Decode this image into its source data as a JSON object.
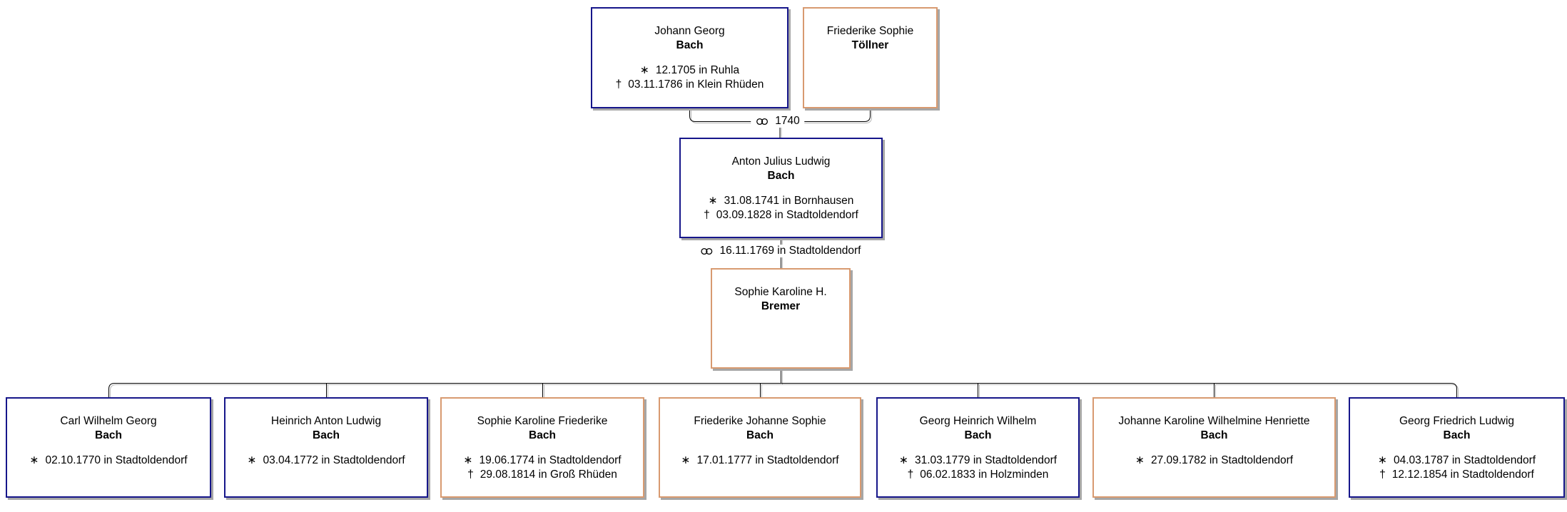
{
  "symbols": {
    "born": "∗",
    "died": "†"
  },
  "colors": {
    "male_border": "#16168a",
    "female_border": "#d89a70",
    "box_shadow": "#a6a6a6",
    "line": "#000000",
    "line_shadow": "#b8b8b8"
  },
  "persons": {
    "johann": {
      "given": "Johann Georg",
      "surname": "Bach",
      "born": "12.1705 in Ruhla",
      "died": "03.11.1786 in Klein Rhüden"
    },
    "toellner": {
      "given": "Friederike Sophie",
      "surname": "Töllner"
    },
    "anton": {
      "given": "Anton Julius Ludwig",
      "surname": "Bach",
      "born": "31.08.1741 in Bornhausen",
      "died": "03.09.1828 in Stadtoldendorf"
    },
    "bremer": {
      "given": "Sophie Karoline H.",
      "surname": "Bremer"
    },
    "carl": {
      "given": "Carl Wilhelm Georg",
      "surname": "Bach",
      "born": "02.10.1770 in Stadtoldendorf"
    },
    "heinrich": {
      "given": "Heinrich Anton Ludwig",
      "surname": "Bach",
      "born": "03.04.1772 in Stadtoldendorf"
    },
    "sophie_kf": {
      "given": "Sophie Karoline Friederike",
      "surname": "Bach",
      "born": "19.06.1774 in Stadtoldendorf",
      "died": "29.08.1814 in Groß Rhüden"
    },
    "friederike_js": {
      "given": "Friederike Johanne Sophie",
      "surname": "Bach",
      "born": "17.01.1777 in Stadtoldendorf"
    },
    "georg_hw": {
      "given": "Georg Heinrich Wilhelm",
      "surname": "Bach",
      "born": "31.03.1779 in Stadtoldendorf",
      "died": "06.02.1833 in Holzminden"
    },
    "johanne_kwh": {
      "given": "Johanne Karoline Wilhelmine Henriette",
      "surname": "Bach",
      "born": "27.09.1782 in Stadtoldendorf"
    },
    "georg_fl": {
      "given": "Georg Friedrich Ludwig",
      "surname": "Bach",
      "born": "04.03.1787 in Stadtoldendorf",
      "died": "12.12.1854 in Stadtoldendorf"
    }
  },
  "marriages": [
    {
      "label": "1740"
    },
    {
      "label": "16.11.1769 in Stadtoldendorf"
    }
  ]
}
